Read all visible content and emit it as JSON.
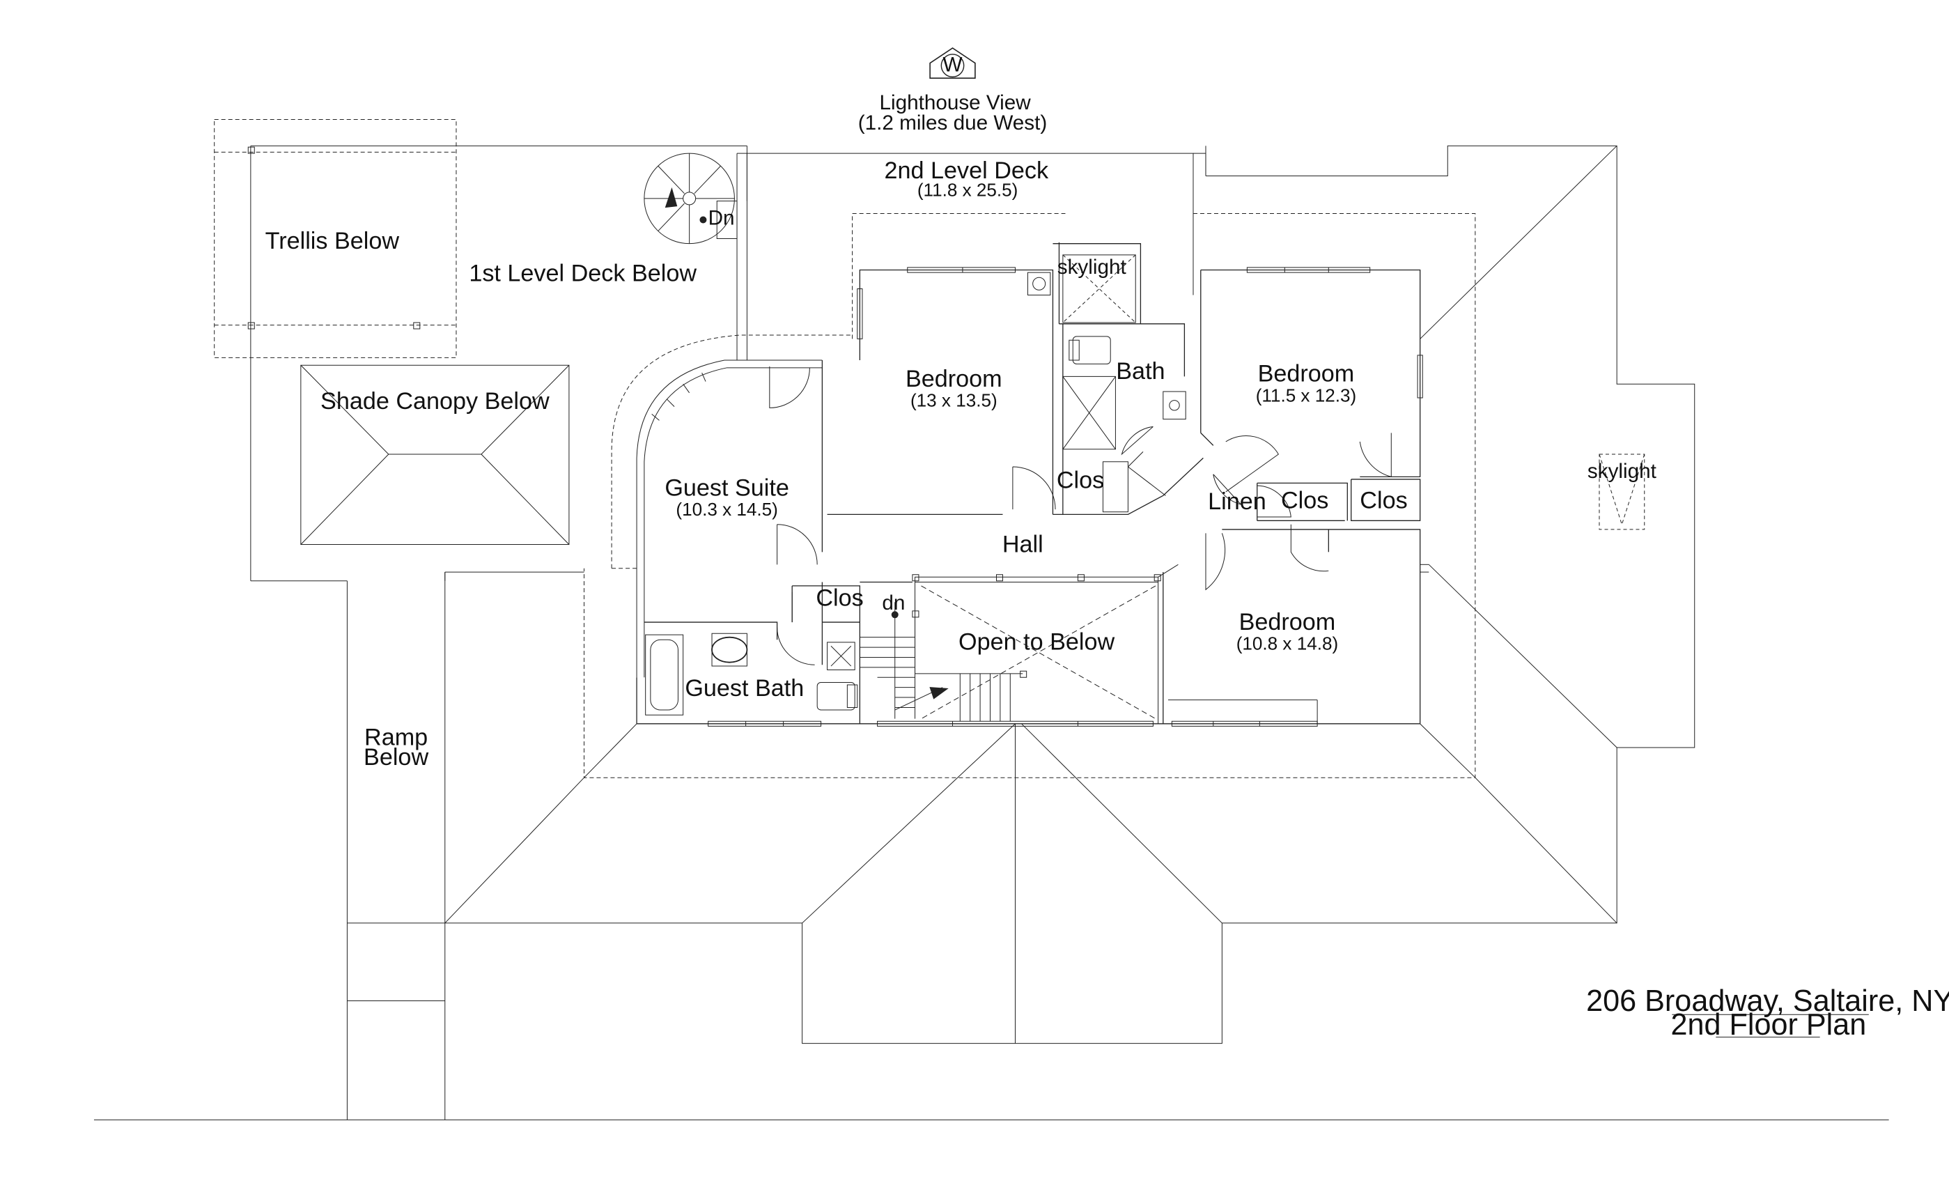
{
  "compass": {
    "direction_letter": "W"
  },
  "view": {
    "line1": "Lighthouse View",
    "line2": "(1.2 miles due West)"
  },
  "labels": {
    "deck2": "2nd Level Deck",
    "deck2_dim": "(11.8 x 25.5)",
    "trellis": "Trellis Below",
    "deck1": "1st Level Deck Below",
    "dn_stair": "Dn",
    "canopy": "Shade Canopy Below",
    "bedroom_a": "Bedroom",
    "bedroom_a_dim": "(13 x 13.5)",
    "skylight_1": "skylight",
    "bath": "Bath",
    "bedroom_b": "Bedroom",
    "bedroom_b_dim": "(11.5 x 12.3)",
    "skylight_2": "skylight",
    "guest_suite": "Guest Suite",
    "guest_suite_dim": "(10.3 x 14.5)",
    "clos_1": "Clos",
    "linen": "Linen",
    "clos_2": "Clos",
    "clos_3": "Clos",
    "hall": "Hall",
    "clos_4": "Clos",
    "dn_hall": "dn",
    "open_below": "Open to Below",
    "bedroom_c": "Bedroom",
    "bedroom_c_dim": "(10.8 x 14.8)",
    "guest_bath": "Guest Bath",
    "ramp_1": "Ramp",
    "ramp_2": "Below"
  },
  "title_block": {
    "address": "206 Broadway, Saltaire, NY",
    "plan_name": "2nd Floor Plan"
  }
}
